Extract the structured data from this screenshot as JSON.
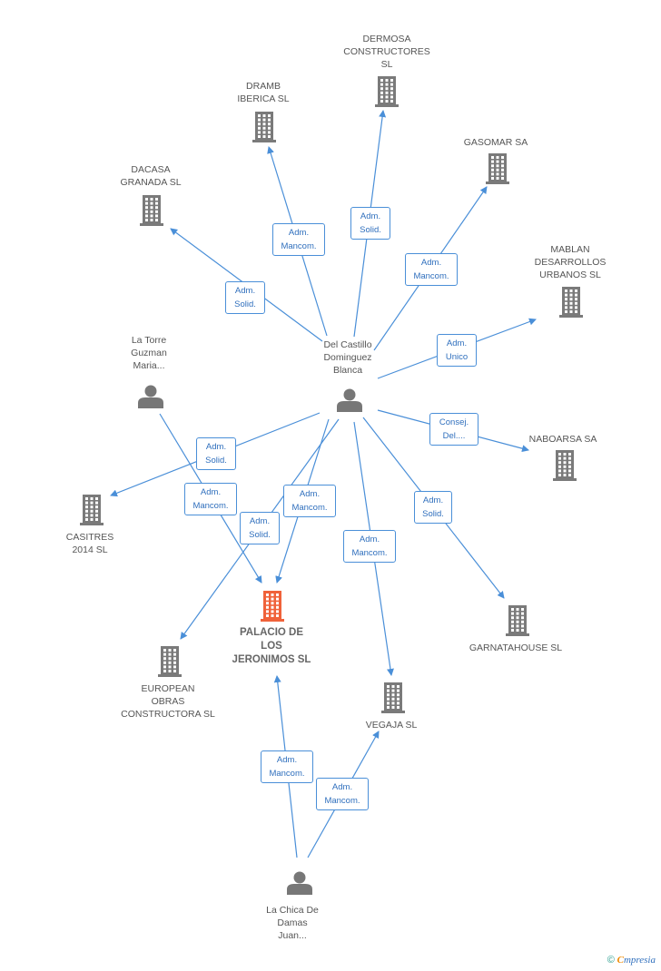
{
  "colors": {
    "edge": "#4a8fd8",
    "company": "#7a7a7a",
    "company_main": "#f0623a",
    "person": "#777777"
  },
  "nodes": {
    "dermosa": {
      "label": "DERMOSA\nCONSTRUCTORES\nSL",
      "kind": "company",
      "icon": "building-icon"
    },
    "dramb": {
      "label": "DRAMB\nIBERICA SL",
      "kind": "company",
      "icon": "building-icon"
    },
    "gasomar": {
      "label": "GASOMAR SA",
      "kind": "company",
      "icon": "building-icon"
    },
    "dacasa": {
      "label": "DACASA\nGRANADA SL",
      "kind": "company",
      "icon": "building-icon"
    },
    "mablan": {
      "label": "MABLAN\nDESARROLLOS\nURBANOS  SL",
      "kind": "company",
      "icon": "building-icon"
    },
    "torre": {
      "label": "La Torre\nGuzman\nMaria...",
      "kind": "person",
      "icon": "person-icon"
    },
    "castillo": {
      "label": "Del Castillo\nDominguez\nBlanca",
      "kind": "person",
      "icon": "person-icon"
    },
    "naboarsa": {
      "label": "NABOARSA SA",
      "kind": "company",
      "icon": "building-icon"
    },
    "casitres": {
      "label": "CASITRES\n2014 SL",
      "kind": "company",
      "icon": "building-icon"
    },
    "palacio": {
      "label": "PALACIO DE\nLOS\nJERONIMOS SL",
      "kind": "company-main",
      "icon": "building-icon"
    },
    "garnata": {
      "label": "GARNATAHOUSE SL",
      "kind": "company",
      "icon": "building-icon"
    },
    "european": {
      "label": "EUROPEAN\nOBRAS\nCONSTRUCTORA SL",
      "kind": "company",
      "icon": "building-icon"
    },
    "vegaja": {
      "label": "VEGAJA SL",
      "kind": "company",
      "icon": "building-icon"
    },
    "chica": {
      "label": "La Chica De\nDamas\nJuan...",
      "kind": "person",
      "icon": "person-icon"
    }
  },
  "edges": [
    {
      "from": "castillo",
      "to": "dacasa",
      "label": "Adm.\nSolid."
    },
    {
      "from": "castillo",
      "to": "dramb",
      "label": "Adm.\nMancom."
    },
    {
      "from": "castillo",
      "to": "dermosa",
      "label": "Adm.\nSolid."
    },
    {
      "from": "castillo",
      "to": "gasomar",
      "label": "Adm.\nMancom."
    },
    {
      "from": "castillo",
      "to": "mablan",
      "label": "Adm.\nUnico"
    },
    {
      "from": "castillo",
      "to": "naboarsa",
      "label": "Consej.\nDel...."
    },
    {
      "from": "castillo",
      "to": "casitres",
      "label": "Adm.\nSolid."
    },
    {
      "from": "torre",
      "to": "palacio",
      "label": "Adm.\nMancom."
    },
    {
      "from": "castillo",
      "to": "palacio",
      "label": "Adm.\nMancom."
    },
    {
      "from": "castillo",
      "to": "european",
      "label": "Adm.\nSolid."
    },
    {
      "from": "castillo",
      "to": "vegaja",
      "label": "Adm.\nMancom."
    },
    {
      "from": "castillo",
      "to": "garnata",
      "label": "Adm.\nSolid."
    },
    {
      "from": "chica",
      "to": "palacio",
      "label": "Adm.\nMancom."
    },
    {
      "from": "chica",
      "to": "vegaja",
      "label": "Adm.\nMancom."
    }
  ],
  "footer": {
    "copyright": "©",
    "brand_first": "C",
    "brand_rest": "mpresia"
  }
}
